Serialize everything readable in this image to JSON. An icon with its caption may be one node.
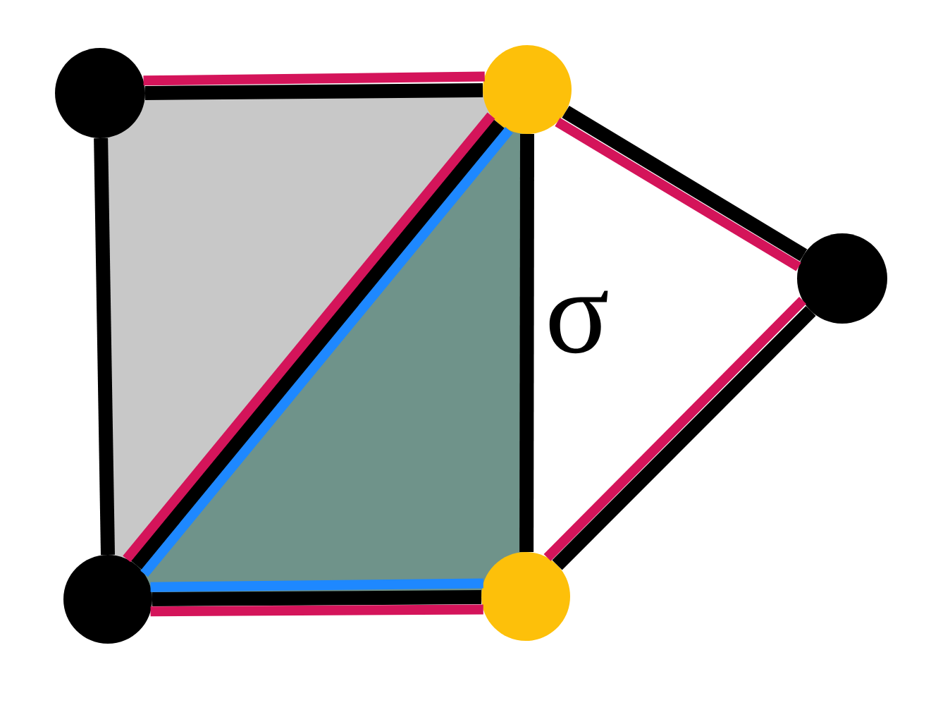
{
  "diagram": {
    "nodes": [
      {
        "text": [],
        "shape": "circle"
      },
      {
        "text": [],
        "shape": "circle"
      },
      {
        "text": [],
        "shape": "circle"
      },
      {
        "text": [],
        "shape": "circle"
      },
      {
        "text": [],
        "shape": "circle"
      }
    ],
    "edges": [
      {
        "from": 0,
        "to": 1,
        "arrow": "none"
      },
      {
        "from": 0,
        "to": 3,
        "arrow": "none"
      },
      {
        "from": 1,
        "to": 2,
        "arrow": "none"
      },
      {
        "from": 1,
        "to": 3,
        "arrow": "none"
      },
      {
        "from": 1,
        "to": 4,
        "arrow": "none",
        "label": "σ"
      },
      {
        "from": 2,
        "to": 4,
        "arrow": "none"
      },
      {
        "from": 3,
        "to": 4,
        "arrow": "none"
      },
      {
        "from": 0,
        "to": 1,
        "arrow": "none",
        "color": "#d4145a"
      },
      {
        "from": 1,
        "to": 2,
        "arrow": "none",
        "color": "#d4145a"
      },
      {
        "from": 1,
        "to": 3,
        "arrow": "none",
        "color": "#d4145a"
      },
      {
        "from": 2,
        "to": 4,
        "arrow": "none",
        "color": "#d4145a"
      },
      {
        "from": 3,
        "to": 4,
        "arrow": "none",
        "color": "#d4145a"
      },
      {
        "from": 1,
        "to": 3,
        "arrow": "none",
        "color": "#1e88ff"
      },
      {
        "from": 3,
        "to": 4,
        "arrow": "none",
        "color": "#1e88ff"
      }
    ]
  }
}
